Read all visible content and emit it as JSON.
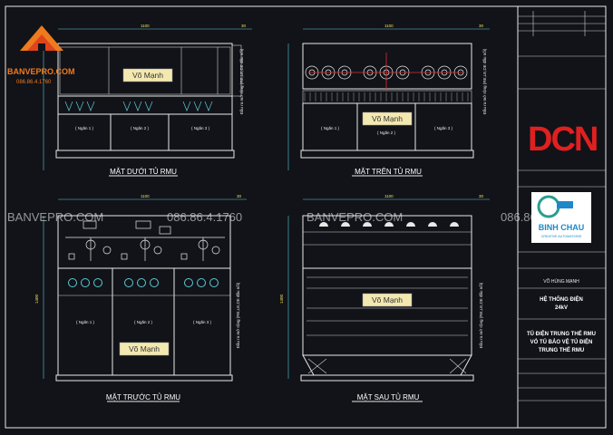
{
  "views": {
    "bottom": {
      "title": "MẶT DƯỚI TỦ RMU",
      "dim_width": "1100",
      "dim_side": "30"
    },
    "top": {
      "title": "MẶT TRÊN TỦ RMU",
      "dim_width": "1100",
      "dim_side": "30"
    },
    "front": {
      "title": "MẶT TRƯỚC TỦ RMU",
      "dim_width": "1100",
      "dim_side": "30",
      "dim_height": "1400"
    },
    "back": {
      "title": "MẶT SAU TỦ RMU",
      "dim_width": "1100",
      "dim_side": "30",
      "dim_height": "1400"
    }
  },
  "compartments": [
    "( Ngăn 1 )",
    "( Ngăn 2 )",
    "( Ngăn 3 )"
  ],
  "name_label": "Võ Mạnh",
  "side_note": "Đầu ra mở rộng (RE,LE,DE đấu nối)",
  "brand": {
    "logo_text": "BANVEPRO.COM",
    "phone": "086.86.4.1760",
    "watermark_site": "BANVEPRO.COM",
    "watermark_phone": "086.86.4.1760"
  },
  "title_block": {
    "company_logo": "DCN",
    "partner_name": "BINH CHAU",
    "partner_tagline": "CREATIVE AUTOMATIONS",
    "person": "VÕ HÙNG MẠNH",
    "system": "HỆ THỐNG ĐIỆN 24kV",
    "drawing": "TỦ ĐIỆN TRUNG THẾ RMU VỎ TỦ BẢO VỆ TỦ ĐIỆN TRUNG THẾ RMU",
    "system_line1": "HỆ THỐNG ĐIỆN",
    "system_line2": "24kV",
    "drawing_line1": "TỦ ĐIỆN TRUNG THẾ RMU",
    "drawing_line2": "VỎ TỦ BẢO VỆ TỦ ĐIỆN",
    "drawing_line3": "TRUNG THẾ RMU"
  },
  "colors": {
    "background": "#111318",
    "line": "#e8e8e8",
    "dimension": "#5ccbd6",
    "dim_text": "#f2e05a",
    "brand_red": "#e03030",
    "logo_orange": "#f07a1e"
  }
}
